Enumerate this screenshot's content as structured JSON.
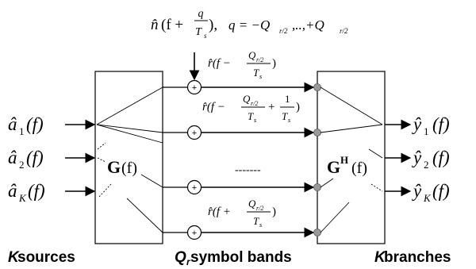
{
  "noise": {
    "hat_n": "n̂",
    "arg_open": "(f +",
    "frac_num": "q",
    "frac_den": "T",
    "frac_den_sub": "s",
    "arg_close": "),",
    "q_range": "q = −Q",
    "q_range_sub": "r/2",
    "q_range_mid": ",..,+Q",
    "q_range_sub2": "r/2"
  },
  "bands": [
    {
      "label_prefix": "r̂(f −",
      "num": "Q",
      "num_sub": "r/2",
      "den": "T",
      "den_sub": "s",
      "suffix": ")"
    },
    {
      "label_prefix": "r̂(f −",
      "num": "Q",
      "num_sub": "r/2",
      "den": "T",
      "den_sub": "s",
      "mid": "+",
      "num2": "1",
      "den2": "T",
      "den2_sub": "s",
      "suffix": ")"
    },
    {
      "dashes": "-------"
    },
    {
      "label_prefix": "r̂(f +",
      "num": "Q",
      "num_sub": "r/2",
      "den": "T",
      "den_sub": "s",
      "suffix": ")"
    }
  ],
  "sources": [
    {
      "base": "â",
      "sub": "1",
      "arg": "(f)"
    },
    {
      "base": "â",
      "sub": "2",
      "arg": "(f)"
    },
    {
      "base": "â",
      "sub": "K",
      "arg": "(f)"
    }
  ],
  "outputs": [
    {
      "base": "ŷ",
      "sub": "1",
      "arg": "(f)"
    },
    {
      "base": "ŷ",
      "sub": "2",
      "arg": "(f)"
    },
    {
      "base": "ŷ",
      "sub": "K",
      "arg": "(f)"
    }
  ],
  "blocks": {
    "g_main": "G",
    "g_arg": "(f)",
    "gh_main": "G",
    "gh_sup": "H",
    "gh_arg": "(f)"
  },
  "adder_symbol": "+",
  "captions": {
    "left_k": "K",
    "left_rest": " sources",
    "mid_q": "Q",
    "mid_q_sub": "r",
    "mid_rest": " symbol bands",
    "right_k": "K",
    "right_rest": " branches"
  }
}
